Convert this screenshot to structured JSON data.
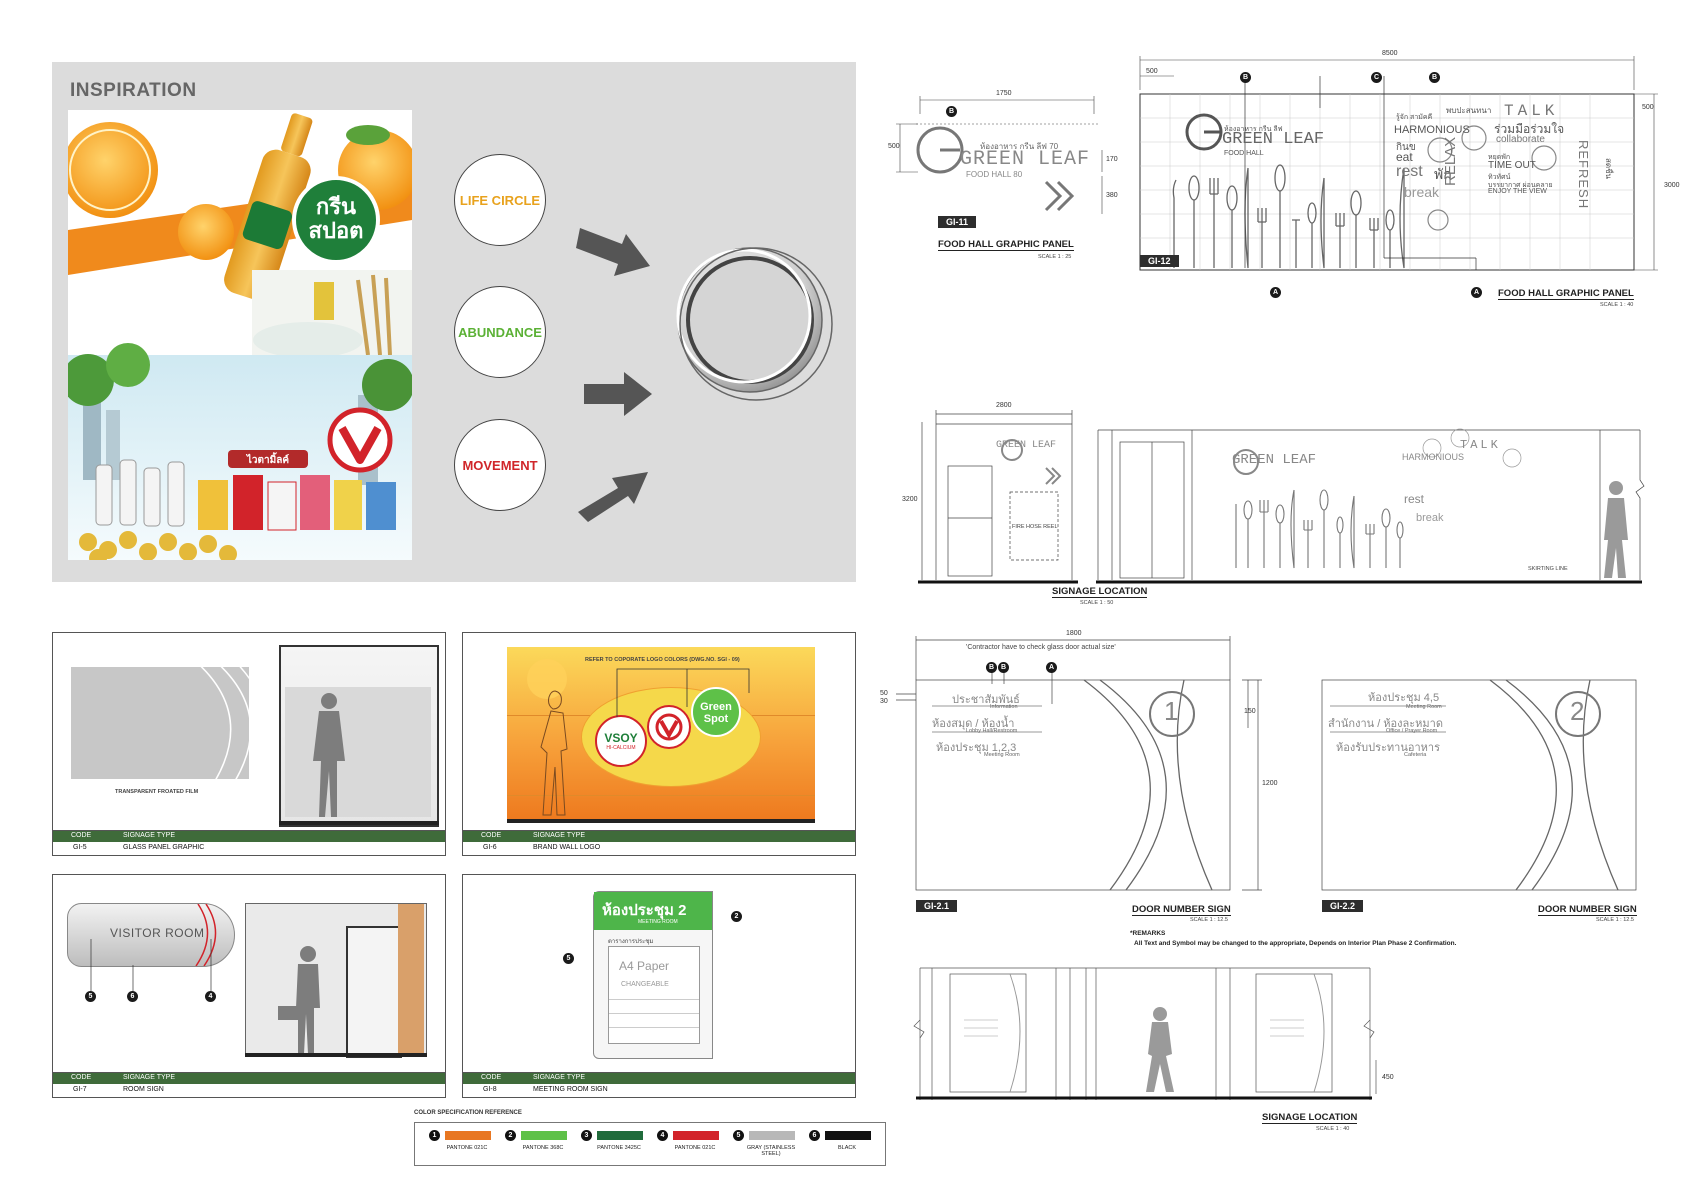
{
  "inspiration": {
    "title": "INSPIRATION",
    "words": [
      "LIFE CIRCLE",
      "ABUNDANCE",
      "MOVEMENT"
    ],
    "word_colors": [
      "#e8a21d",
      "#5bb135",
      "#d0262a"
    ],
    "brand_green_spot": "กรีน สปอต",
    "brand_vitamilk": "ไวตามิ้ลค์"
  },
  "gi11": {
    "code": "GI-11",
    "title": "FOOD HALL GRAPHIC PANEL",
    "scale": "SCALE 1 : 25",
    "dims": [
      "1750",
      "500",
      "170",
      "380"
    ],
    "marker": "B",
    "logo_big": "GREEN LEAF",
    "logo_thai": "ห้องอาหาร กรีน ลีฟ 70",
    "logo_sub": "FOOD HALL 80"
  },
  "gi12": {
    "code": "GI-12",
    "title": "FOOD HALL GRAPHIC PANEL",
    "scale": "SCALE 1 : 40",
    "dims": [
      "8500",
      "500",
      "500",
      "3000"
    ],
    "markers": [
      "B",
      "C",
      "B",
      "A",
      "A"
    ],
    "logo_big": "GREEN LEAF",
    "logo_thai": "ห้องอาหาร กรีน ลีฟ",
    "logo_sub": "FOOD HALL",
    "words": [
      "พบปะสนทนา",
      "TALK",
      "HARMONIOUS",
      "ร่วมมือร่วมใจ",
      "collaborate",
      "รู้จัก สามัคคี",
      "กินข",
      "eat",
      "rest",
      "พัก",
      "RELAX",
      "หยุดพัก",
      "TIME OUT",
      "ทิวทัศน์",
      "บรรยากาศ ผ่อนคลาย",
      "ENJOY THE VIEW",
      "REFRESH",
      "break",
      "สดชื่น"
    ]
  },
  "signage_location_1": {
    "title": "SIGNAGE LOCATION",
    "scale": "SCALE 1 : 50",
    "dims": [
      "2800",
      "3200"
    ],
    "fire_hose": "FIRE HOSE REEL",
    "skirting": "SKIRTING LINE"
  },
  "gi7_panel": {
    "code_label": "CODE",
    "type_label": "SIGNAGE TYPE",
    "panels": [
      {
        "code": "GI-5",
        "type": "GLASS PANEL GRAPHIC",
        "note": "TRANSPARENT FROATED FILM"
      },
      {
        "code": "GI-6",
        "type": "BRAND WALL LOGO",
        "note": "REFER TO COPORATE LOGO COLORS (DWG.NO. SGI - 09)"
      },
      {
        "code": "GI-7",
        "type": "ROOM SIGN",
        "note": "VISITOR ROOM"
      },
      {
        "code": "GI-8",
        "type": "MEETING ROOM SIGN",
        "note": "ห้องประชุม 2"
      }
    ],
    "vsoy": "VSOY",
    "vsoy_sub": "HI-CALCIUM",
    "green_spot": "Green Spot",
    "meeting_sub": "MEETING ROOM",
    "agenda": "ตารางการประชุม",
    "a4": "A4 Paper",
    "changeable": "CHANGEABLE",
    "room_markers": [
      "5",
      "6",
      "4"
    ],
    "meeting_markers": [
      "2",
      "5"
    ]
  },
  "color_spec": {
    "title": "COLOR  SPECIFICATION  REFERENCE",
    "items": [
      {
        "num": "1",
        "color": "#e87722",
        "label": "PANTONE  021C"
      },
      {
        "num": "2",
        "color": "#5ec148",
        "label": "PANTONE  368C"
      },
      {
        "num": "3",
        "color": "#1f6b3b",
        "label": "PANTONE  3425C"
      },
      {
        "num": "4",
        "color": "#d2232a",
        "label": "PANTONE  021C"
      },
      {
        "num": "5",
        "color": "#b8b8b8",
        "label": "GRAY (STAINLESS STEEL)"
      },
      {
        "num": "6",
        "color": "#111111",
        "label": "BLACK"
      }
    ]
  },
  "gi21": {
    "code": "GI-2.1",
    "title": "DOOR NUMBER SIGN",
    "scale": "SCALE 1 : 12.5",
    "note": "'Contractor have to check glass door actual size'",
    "dims": [
      "1800",
      "50",
      "30",
      "150",
      "1200"
    ],
    "markers": [
      "B",
      "B",
      "A"
    ],
    "number": "1",
    "lines": [
      {
        "th": "ประชาสัมพันธ์",
        "en": "Information"
      },
      {
        "th": "ห้องสมุด / ห้องน้ำ",
        "en": "Lobby Hall/Restroom"
      },
      {
        "th": "ห้องประชุม 1,2,3",
        "en": "Meeting Room"
      }
    ]
  },
  "gi22": {
    "code": "GI-2.2",
    "title": "DOOR NUMBER SIGN",
    "scale": "SCALE 1 : 12.5",
    "number": "2",
    "lines": [
      {
        "th": "ห้องประชุม 4,5",
        "en": "Meeting Room"
      },
      {
        "th": "สำนักงาน / ห้องละหมาด",
        "en": "Office / Prayer Room"
      },
      {
        "th": "ห้องรับประทานอาหาร",
        "en": "Cafeteria"
      }
    ]
  },
  "remarks": {
    "title": "*REMARKS",
    "text": "All Text and Symbol may be changed to the appropriate, Depends on Interior Plan Phase 2 Confirmation."
  },
  "signage_location_2": {
    "title": "SIGNAGE LOCATION",
    "scale": "SCALE 1 : 40",
    "dim": "450"
  }
}
